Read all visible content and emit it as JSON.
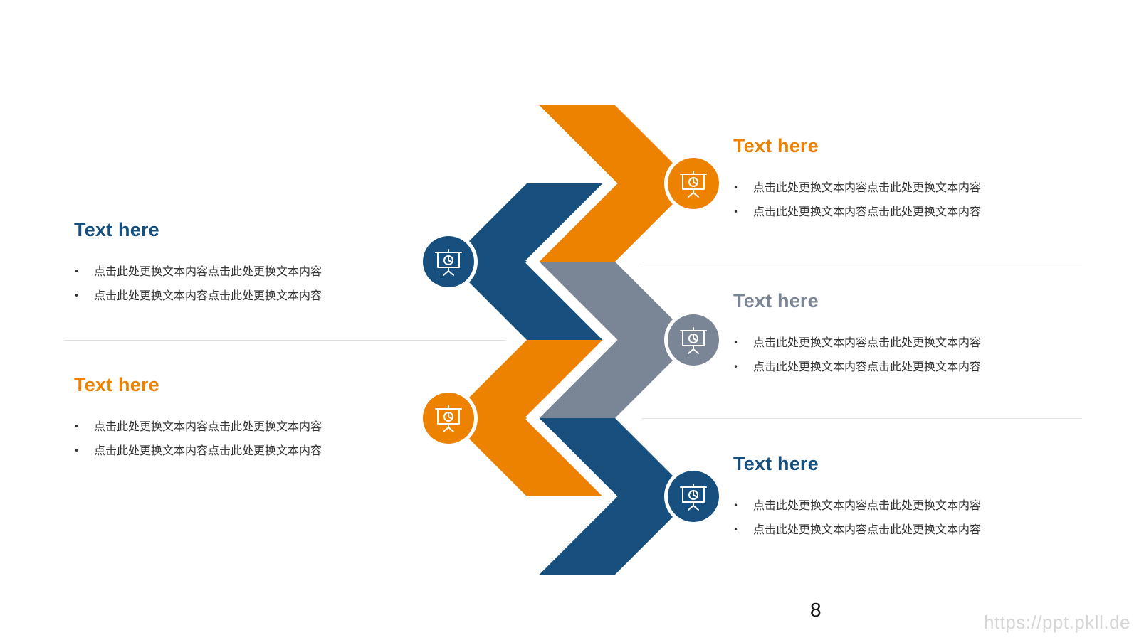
{
  "colors": {
    "orange": "#ED8201",
    "blue": "#17507E",
    "gray": "#7A8595",
    "divider": "#E3E3E3",
    "text": "#333333"
  },
  "icon": "presentation-board-icon",
  "blocks": {
    "left_top": {
      "title": "Text here",
      "items": [
        "点击此处更换文本内容点击此处更换文本内容",
        "点击此处更换文本内容点击此处更换文本内容"
      ]
    },
    "left_bottom": {
      "title": "Text here",
      "items": [
        "点击此处更换文本内容点击此处更换文本内容",
        "点击此处更换文本内容点击此处更换文本内容"
      ]
    },
    "right_top": {
      "title": "Text here",
      "items": [
        "点击此处更换文本内容点击此处更换文本内容",
        "点击此处更换文本内容点击此处更换文本内容"
      ]
    },
    "right_middle": {
      "title": "Text here",
      "items": [
        "点击此处更换文本内容点击此处更换文本内容",
        "点击此处更换文本内容点击此处更换文本内容"
      ]
    },
    "right_bottom": {
      "title": "Text here",
      "items": [
        "点击此处更换文本内容点击此处更换文本内容",
        "点击此处更换文本内容点击此处更换文本内容"
      ]
    }
  },
  "page_number": "8",
  "watermark": "https://ppt.pkll.de"
}
